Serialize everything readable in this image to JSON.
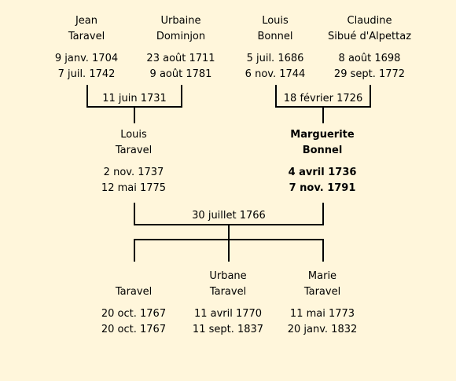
{
  "grandparents_paternal": {
    "husband": {
      "first_name": "Jean",
      "surname": "Taravel",
      "birth": "9 janv. 1704",
      "death": "7 juil. 1742"
    },
    "wife": {
      "first_name": "Urbaine",
      "surname": "Dominjon",
      "birth": "23 août 1711",
      "death": "9 août 1781"
    },
    "marriage_date": "11 juin 1731"
  },
  "grandparents_maternal": {
    "husband": {
      "first_name": "Louis",
      "surname": "Bonnel",
      "birth": "5 juil. 1686",
      "death": "6 nov. 1744"
    },
    "wife": {
      "first_name": "Claudine",
      "surname": "Sibué d'Alpettaz",
      "birth": "8 août 1698",
      "death": "29 sept. 1772"
    },
    "marriage_date": "18 février 1726"
  },
  "parents": {
    "father": {
      "first_name": "Louis",
      "surname": "Taravel",
      "birth": "2 nov. 1737",
      "death": "12 mai 1775"
    },
    "mother": {
      "first_name": "Marguerite",
      "surname": "Bonnel",
      "birth": "4 avril 1736",
      "death": "7 nov. 1791"
    },
    "marriage_date": "30 juillet 1766"
  },
  "children": [
    {
      "first_name": "",
      "surname": "Taravel",
      "birth": "20 oct. 1767",
      "death": "20 oct. 1767"
    },
    {
      "first_name": "Urbane",
      "surname": "Taravel",
      "birth": "11 avril 1770",
      "death": "11 sept. 1837"
    },
    {
      "first_name": "Marie",
      "surname": "Taravel",
      "birth": "11 mai 1773",
      "death": "20 janv. 1832"
    }
  ],
  "colors": {
    "background": "#fff6db",
    "line": "#000000"
  }
}
